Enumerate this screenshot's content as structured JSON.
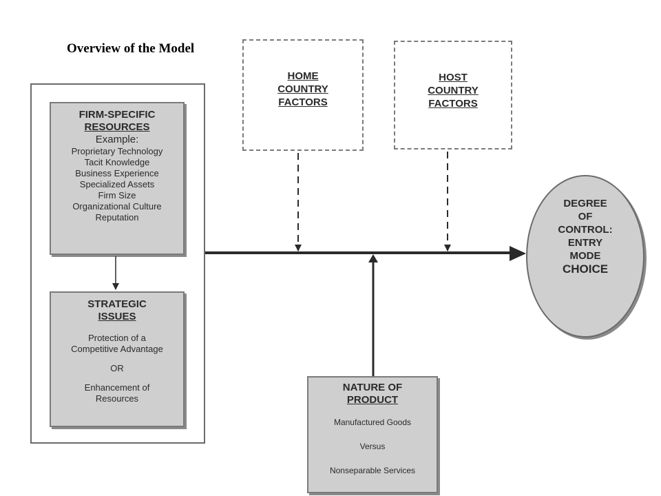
{
  "title": "Overview of the Model",
  "firm_resources": {
    "heading1": "FIRM-SPECIFIC",
    "heading2": "RESOURCES",
    "example_label": "Example:",
    "items": [
      "Proprietary Technology",
      "Tacit Knowledge",
      "Business Experience",
      "Specialized Assets",
      "Firm Size",
      "Organizational Culture",
      "Reputation"
    ]
  },
  "strategic_issues": {
    "heading1": "STRATEGIC",
    "heading2": "ISSUES",
    "line1": "Protection of a",
    "line2": "Competitive Advantage",
    "connector": "OR",
    "line3": "Enhancement of",
    "line4": "Resources"
  },
  "home_factors": {
    "line1": "HOME",
    "line2": "COUNTRY",
    "line3": "FACTORS"
  },
  "host_factors": {
    "line1": "HOST",
    "line2": "COUNTRY",
    "line3": "FACTORS"
  },
  "degree_of_control": {
    "line1": "DEGREE",
    "line2": "OF",
    "line3": "CONTROL:",
    "line4": "ENTRY",
    "line5": "MODE",
    "line6": "CHOICE"
  },
  "nature_of_product": {
    "heading1": "NATURE OF",
    "heading2": "PRODUCT",
    "line1": "Manufactured Goods",
    "line2": "Versus",
    "line3": "Nonseparable Services"
  },
  "colors": {
    "box_fill": "#cfcfcf",
    "border": "#7a7a7a",
    "arrow": "#2a2a2a"
  }
}
